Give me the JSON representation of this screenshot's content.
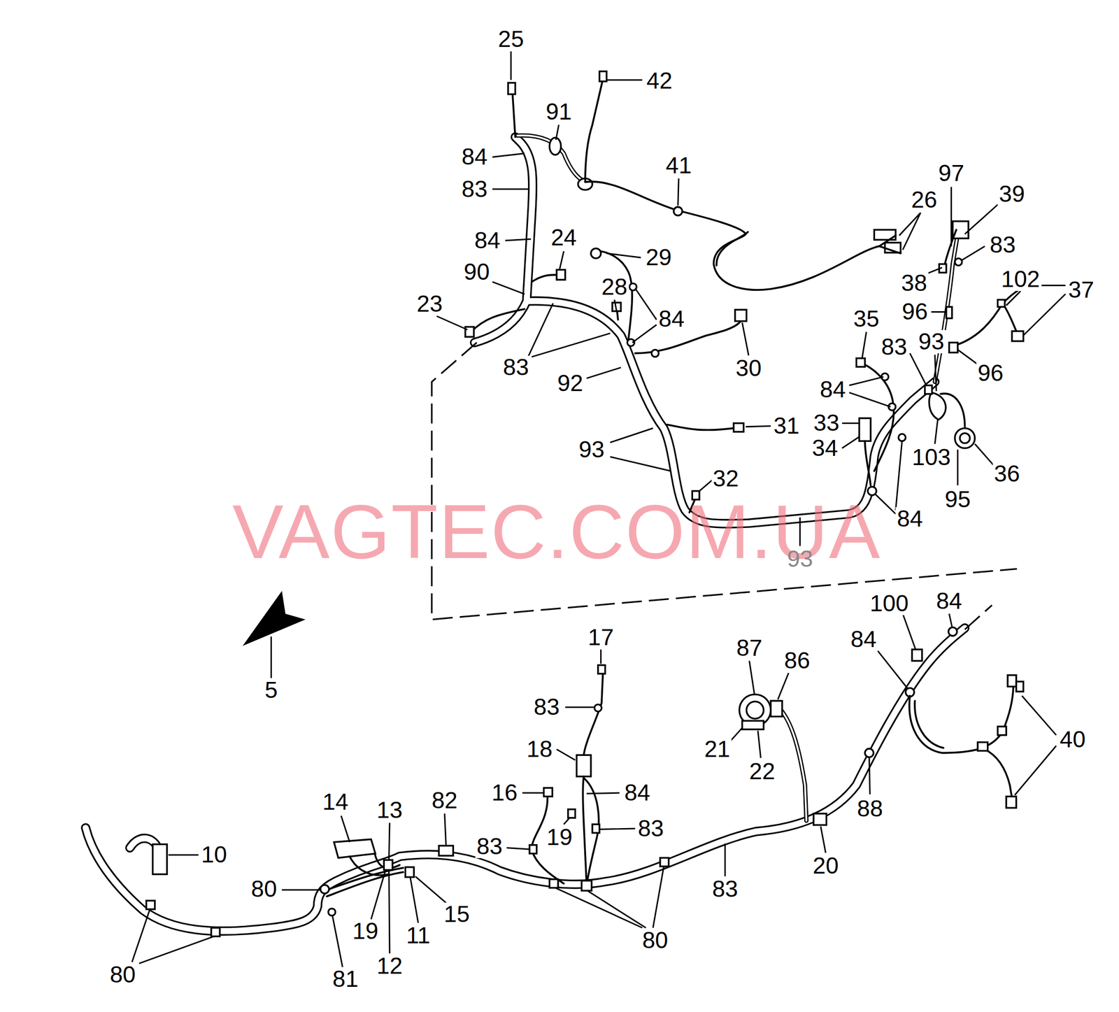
{
  "diagram": {
    "labels": [
      "25",
      "42",
      "91",
      "84",
      "41",
      "83",
      "26",
      "97",
      "39",
      "83",
      "84",
      "24",
      "29",
      "90",
      "28",
      "23",
      "38",
      "102",
      "37",
      "96",
      "84",
      "35",
      "83",
      "93",
      "83",
      "30",
      "92",
      "96",
      "84",
      "31",
      "33",
      "34",
      "93",
      "103",
      "36",
      "32",
      "95",
      "84",
      "VAGTEC.COM.UA",
      "93",
      "100",
      "84",
      "17",
      "84",
      "87",
      "86",
      "5",
      "83",
      "40",
      "18",
      "21",
      "22",
      "16",
      "84",
      "14",
      "82",
      "88",
      "13",
      "83",
      "19",
      "83",
      "10",
      "20",
      "80",
      "83",
      "15",
      "19",
      "11",
      "80",
      "12",
      "80",
      "81"
    ]
  }
}
